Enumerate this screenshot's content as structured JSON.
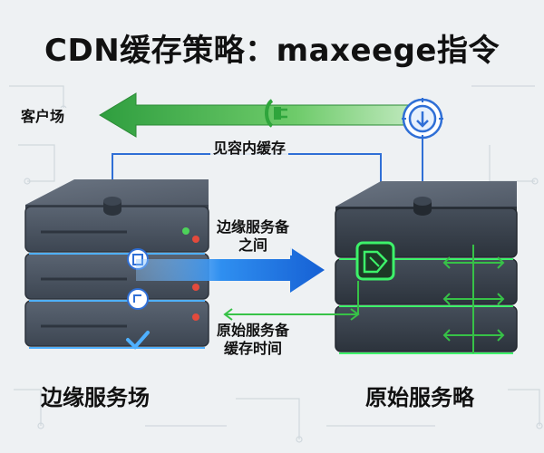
{
  "title": "CDN缓存策略：maxeege指令",
  "labels": {
    "client": "客户场",
    "cache_content": "见容内缓存",
    "between_edge_line1": "边缘服务备",
    "between_edge_line2": "之间",
    "origin_cache_line1": "原始服务备",
    "origin_cache_line2": "缓存时间",
    "edge_server": "边缘服务场",
    "origin_server": "原始服务略"
  },
  "colors": {
    "background": "#eef1f3",
    "server_body": "#4a5563",
    "server_top": "#5d6877",
    "green_arrow": "#3fae49",
    "blue_arrow": "#1e7be0",
    "line_blue": "#2f6fd6",
    "line_green": "#37c247",
    "edge_led": "#4fb0ff",
    "origin_glow": "#3df26a"
  },
  "icons": [
    "plug-icon",
    "download-circle-icon",
    "check-icon",
    "chip-icon"
  ]
}
